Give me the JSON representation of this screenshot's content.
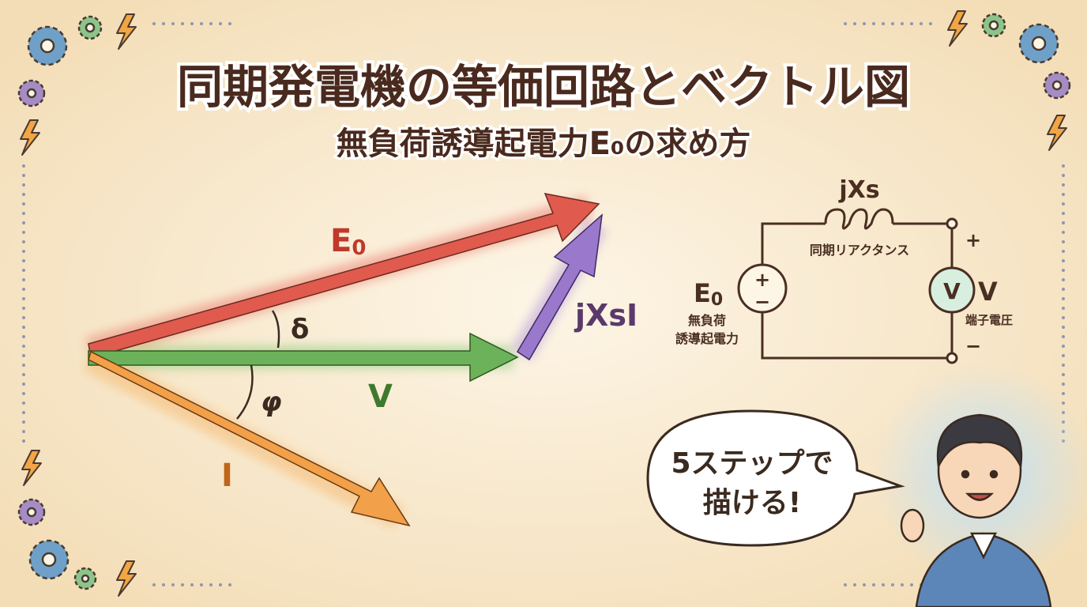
{
  "title": "同期発電機の等価回路とベクトル図",
  "subtitle": "無負荷誘導起電力E₀の求め方",
  "vectors": {
    "e0": {
      "label": "E",
      "sub": "0",
      "color": "#d9403a"
    },
    "v": {
      "label": "V",
      "color": "#4f9a3c"
    },
    "jxsi": {
      "label": "jXsI",
      "color": "#8a63b8"
    },
    "i": {
      "label": "I",
      "color": "#f0963a"
    },
    "delta": "δ",
    "phi": "φ"
  },
  "circuit": {
    "reactance": "jXs",
    "reactance_caption": "同期リアクタンス",
    "source_label": "E",
    "source_sub": "0",
    "source_caption_1": "無負荷",
    "source_caption_2": "誘導起電力",
    "source_plus": "+",
    "source_minus": "−",
    "meter_symbol": "V",
    "terminal_label": "V",
    "terminal_caption": "端子電圧",
    "plus": "+",
    "minus": "−"
  },
  "bubble": {
    "line1": "5ステップで",
    "line2": "描ける!"
  }
}
